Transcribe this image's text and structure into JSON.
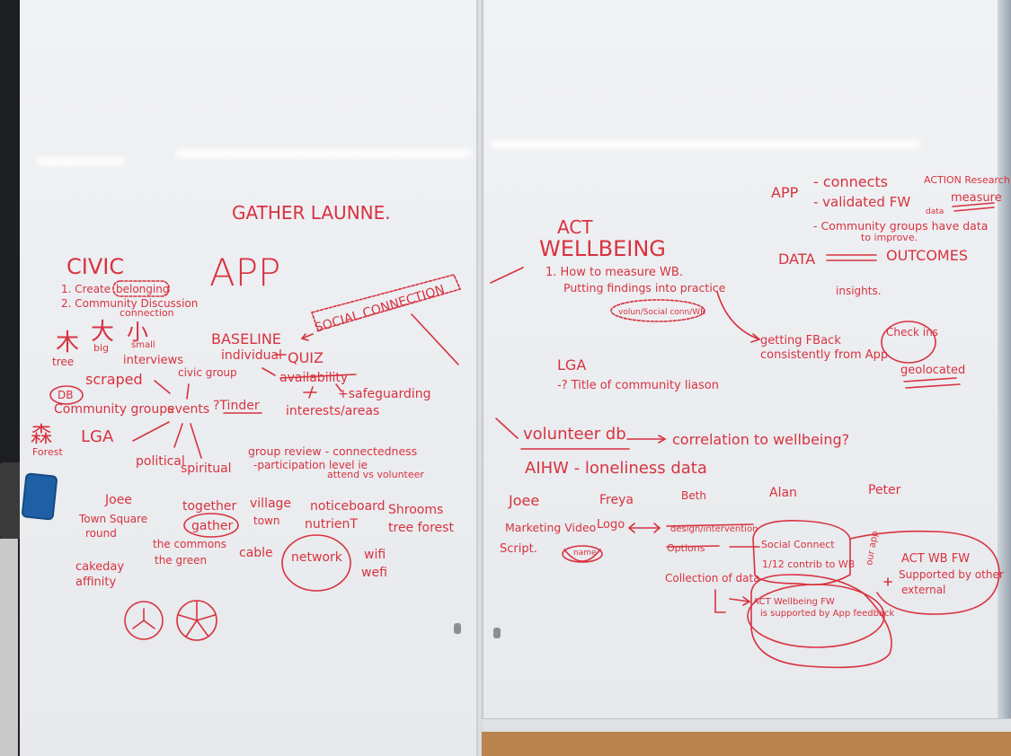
{
  "board_left": {
    "title": "GATHER LAUNNE.",
    "app": "APP",
    "civic": {
      "heading": "CIVIC",
      "item1_prefix": "1. Create",
      "item1_word": "belonging",
      "item2": "2. Community Discussion",
      "item2_cont": "connection"
    },
    "glyphs": {
      "tree_char": "木",
      "tree_label": "tree",
      "big_char": "大",
      "big_label": "big",
      "small_char": "小",
      "small_label": "small",
      "forest_char": "森",
      "forest_label": "Forest"
    },
    "interviews": "interviews",
    "scraped": "scraped",
    "civic_group": "civic group",
    "db": "DB",
    "community_groups": "Community groups",
    "events": "events",
    "tinder": "?Tinder",
    "lga": "LGA",
    "political": "political",
    "spiritual": "spiritual",
    "baseline": "BASELINE",
    "individual": "individual",
    "quiz": "QUIZ",
    "availability": "availability",
    "safeguarding": "+safeguarding",
    "interests": "interests/areas",
    "social_connection": "SOCIAL CONNECTION",
    "group_review": "group review - connectedness",
    "participation": "-participation level ie",
    "attend": "attend vs volunteer",
    "joee": "Joee",
    "town_square": "Town Square",
    "round": "round",
    "together": "together",
    "gather": "gather",
    "village": "village",
    "town": "town",
    "noticeboard": "noticeboard",
    "nutrient": "nutrienT",
    "shrooms": "Shrooms",
    "tree_forest": "tree forest",
    "the_commons": "the commons",
    "the_green": "the green",
    "cable": "cable",
    "network": "network",
    "wifi": "wifi",
    "wefi": "wefi",
    "cake_day": "cakeday",
    "affinity": "affinity"
  },
  "board_right": {
    "act": "ACT",
    "wellbeing": "WELLBEING",
    "measure": "1. How to measure WB.",
    "findings": "Putting findings into practice",
    "volun": "volun/Social conn/WB",
    "getting_fback": "getting FBack",
    "consistently": "consistently from App",
    "check_ins": "Check ins",
    "geolocated": "geolocated",
    "lga": "LGA",
    "title_liaison": "-? Title of community liason",
    "app_block": {
      "app": "APP",
      "line1": "- connects",
      "action_research": "ACTION Research",
      "line2": "- validated FW",
      "data_small": "data",
      "measure": "measure",
      "line3": "- Community groups have data",
      "line3_cont": "to improve."
    },
    "data": "DATA",
    "outcomes": "OUTCOMES",
    "insights": "insights.",
    "volunteer_db": "volunteer db",
    "correlation": "correlation to wellbeing?",
    "aihw": "AIHW - loneliness data",
    "names": {
      "joee": "Joee",
      "freya": "Freya",
      "beth": "Beth",
      "alan": "Alan",
      "peter": "Peter"
    },
    "marketing_video": "Marketing Video",
    "script": "Script.",
    "logo": "Logo",
    "name": "name",
    "design_intervention": "design/intervention",
    "ops": "Options",
    "collection_of_data": "Collection of data",
    "social_connect": "Social Connect",
    "contrib": "1/12 contrib to WB",
    "our_app": "our app",
    "act_wb_fw": "ACT WB FW",
    "supported_by_other": "Supported by other",
    "external": "external",
    "act_wellbeing_fw": "ACT Wellbeing FW",
    "supported_by_app": "is supported by App feedback"
  }
}
